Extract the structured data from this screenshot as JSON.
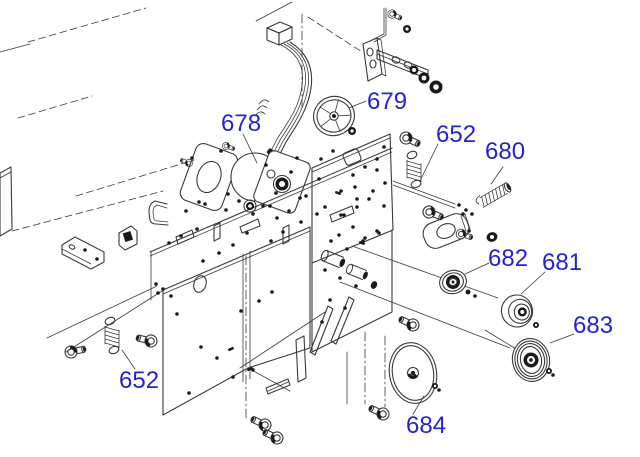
{
  "diagram": {
    "background_color": "#ffffff",
    "line_color": "#3a3a3a",
    "label_color": "#2424cf",
    "labels": {
      "p678": "678",
      "p679": "679",
      "p652_top": "652",
      "p680": "680",
      "p682": "682",
      "p681": "681",
      "p683": "683",
      "p684": "684",
      "p652_bottom": "652"
    }
  }
}
